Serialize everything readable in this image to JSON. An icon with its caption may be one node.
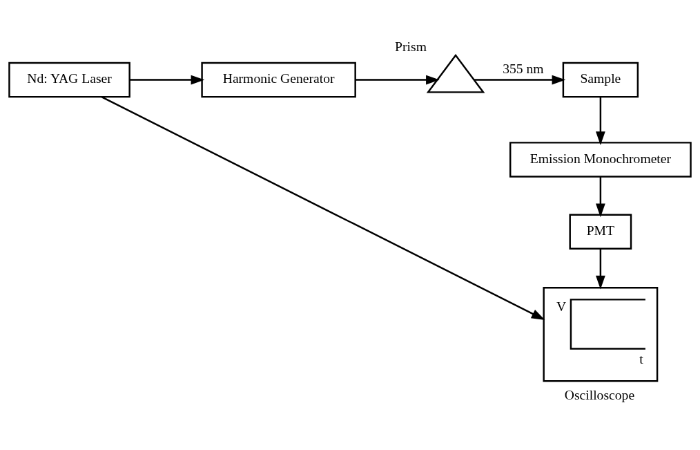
{
  "diagram": {
    "nodes": [
      {
        "text": [
          "Nd: YAG Laser"
        ]
      },
      {
        "text": [
          "Harmonic Generator"
        ]
      },
      {
        "text": [
          "Prism"
        ]
      },
      {
        "text": [
          "Sample"
        ]
      },
      {
        "text": [
          "Emission Monochrometer"
        ]
      },
      {
        "text": [
          "PMT"
        ]
      },
      {
        "text": [
          "V",
          "t",
          "Oscilloscope"
        ]
      }
    ],
    "edges": [
      {
        "from": 0,
        "to": 1,
        "arrow": "to"
      },
      {
        "from": 1,
        "to": 2,
        "arrow": "to"
      },
      {
        "from": 2,
        "to": 3,
        "arrow": "to",
        "label": "355 nm"
      },
      {
        "from": 3,
        "to": 4,
        "arrow": "to"
      },
      {
        "from": 4,
        "to": 5,
        "arrow": "to"
      },
      {
        "from": 5,
        "to": 6,
        "arrow": "to"
      },
      {
        "from": 0,
        "to": 6,
        "arrow": "to"
      }
    ]
  }
}
